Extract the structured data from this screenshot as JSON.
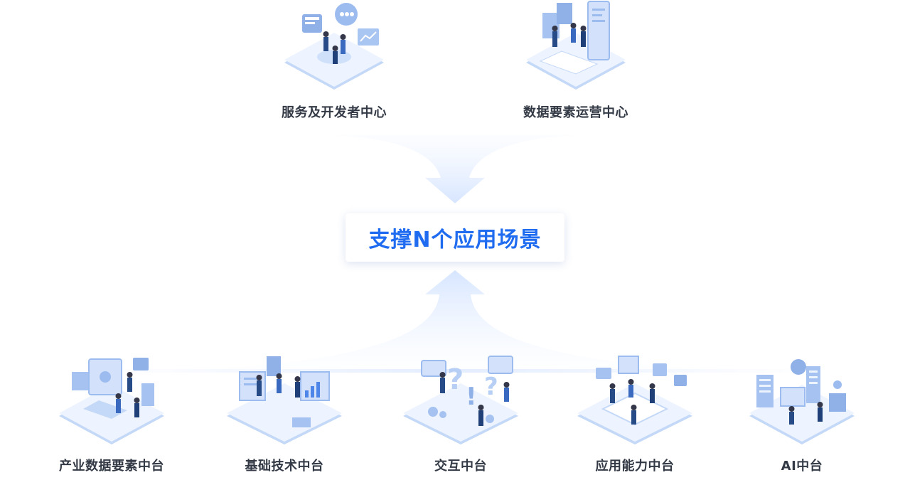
{
  "colors": {
    "accent": "#1f6cf0",
    "label_text": "#333a45",
    "arrow_fill": "#dde9ff"
  },
  "top_nodes": [
    {
      "label": "服务及开发者中心",
      "icon": "service-developer-illustration"
    },
    {
      "label": "数据要素运营中心",
      "icon": "data-operations-illustration"
    }
  ],
  "center": {
    "label": "支撑N个应用场景"
  },
  "bottom_nodes": [
    {
      "label": "产业数据要素中台",
      "icon": "industry-data-illustration"
    },
    {
      "label": "基础技术中台",
      "icon": "basic-tech-illustration"
    },
    {
      "label": "交互中台",
      "icon": "interaction-illustration"
    },
    {
      "label": "应用能力中台",
      "icon": "app-capability-illustration"
    },
    {
      "label": "AI中台",
      "icon": "ai-illustration"
    }
  ]
}
